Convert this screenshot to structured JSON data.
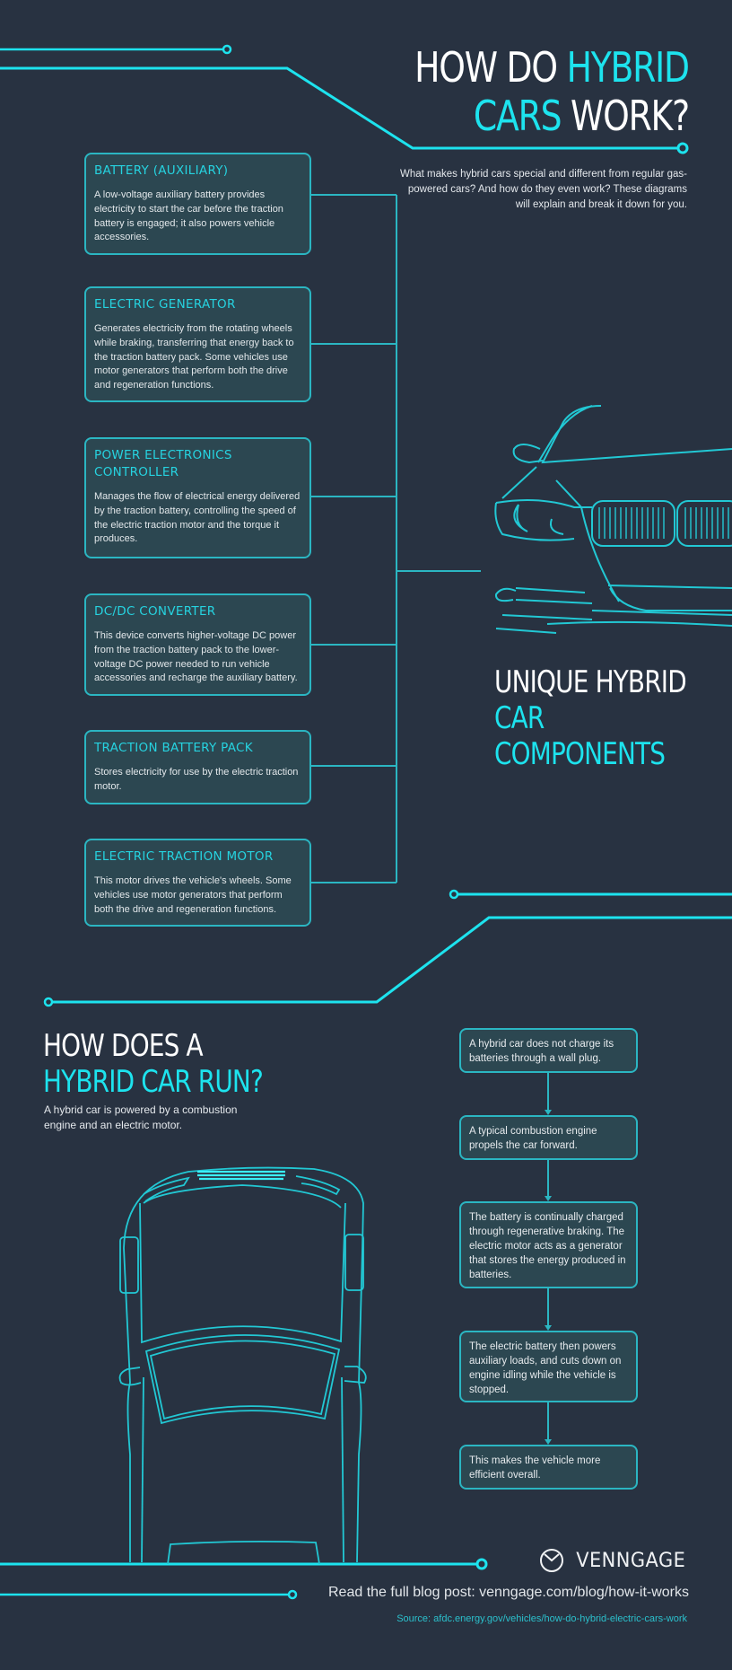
{
  "header": {
    "title_line1_white": "HOW DO ",
    "title_line1_cyan": "HYBRID",
    "title_line2_cyan": "CARS",
    "title_line2_white": " WORK?",
    "intro": "What makes hybrid cars special and different from regular gas-powered cars? And how do they even work? These diagrams will explain and break it down for you."
  },
  "components": {
    "heading_white": "UNIQUE HYBRID",
    "heading_cyan": "CAR COMPONENTS",
    "items": [
      {
        "title": "BATTERY (AUXILIARY)",
        "body": "A low-voltage auxiliary battery provides electricity to start the car before the traction battery is engaged; it also powers vehicle accessories."
      },
      {
        "title": "ELECTRIC GENERATOR",
        "body": "Generates electricity from the rotating wheels while braking, transferring that energy back to the traction battery pack. Some vehicles use motor generators that perform both the drive and regeneration functions."
      },
      {
        "title": "POWER ELECTRONICS CONTROLLER",
        "body": "Manages the flow of electrical energy delivered by the traction battery, controlling the speed of the electric traction motor and the torque it produces."
      },
      {
        "title": "DC/DC CONVERTER",
        "body": "This device converts higher-voltage DC power from the traction battery pack to the lower-voltage DC power needed to run vehicle accessories and recharge the auxiliary battery."
      },
      {
        "title": "TRACTION BATTERY PACK",
        "body": "Stores electricity for use by the electric traction motor."
      },
      {
        "title": "ELECTRIC TRACTION MOTOR",
        "body": "This motor drives the vehicle's wheels. Some vehicles use motor generators that perform both the drive and regeneration functions."
      }
    ]
  },
  "how_it_runs": {
    "heading_white": "HOW DOES A",
    "heading_cyan": "HYBRID CAR RUN?",
    "description": "A hybrid car is powered by a combustion engine and an electric motor.",
    "steps": [
      "A hybrid car does not charge its batteries through a wall plug.",
      "A typical combustion engine propels the car forward.",
      "The battery is continually charged through regenerative braking. The electric motor acts as a generator that stores the energy produced in batteries.",
      "The electric battery then powers auxiliary loads, and cuts down on engine idling while the vehicle is stopped.",
      "This makes the vehicle more efficient overall."
    ]
  },
  "footer": {
    "brand": "VENNGAGE",
    "blog": "Read the full blog post: venngage.com/blog/how-it-works",
    "source": "Source: afdc.energy.gov/vehicles/how-do-hybrid-electric-cars-work"
  },
  "colors": {
    "background": "#283241",
    "accent": "#1de3ee",
    "card_fill": "#2c4751",
    "card_border": "#2bb6c2"
  }
}
